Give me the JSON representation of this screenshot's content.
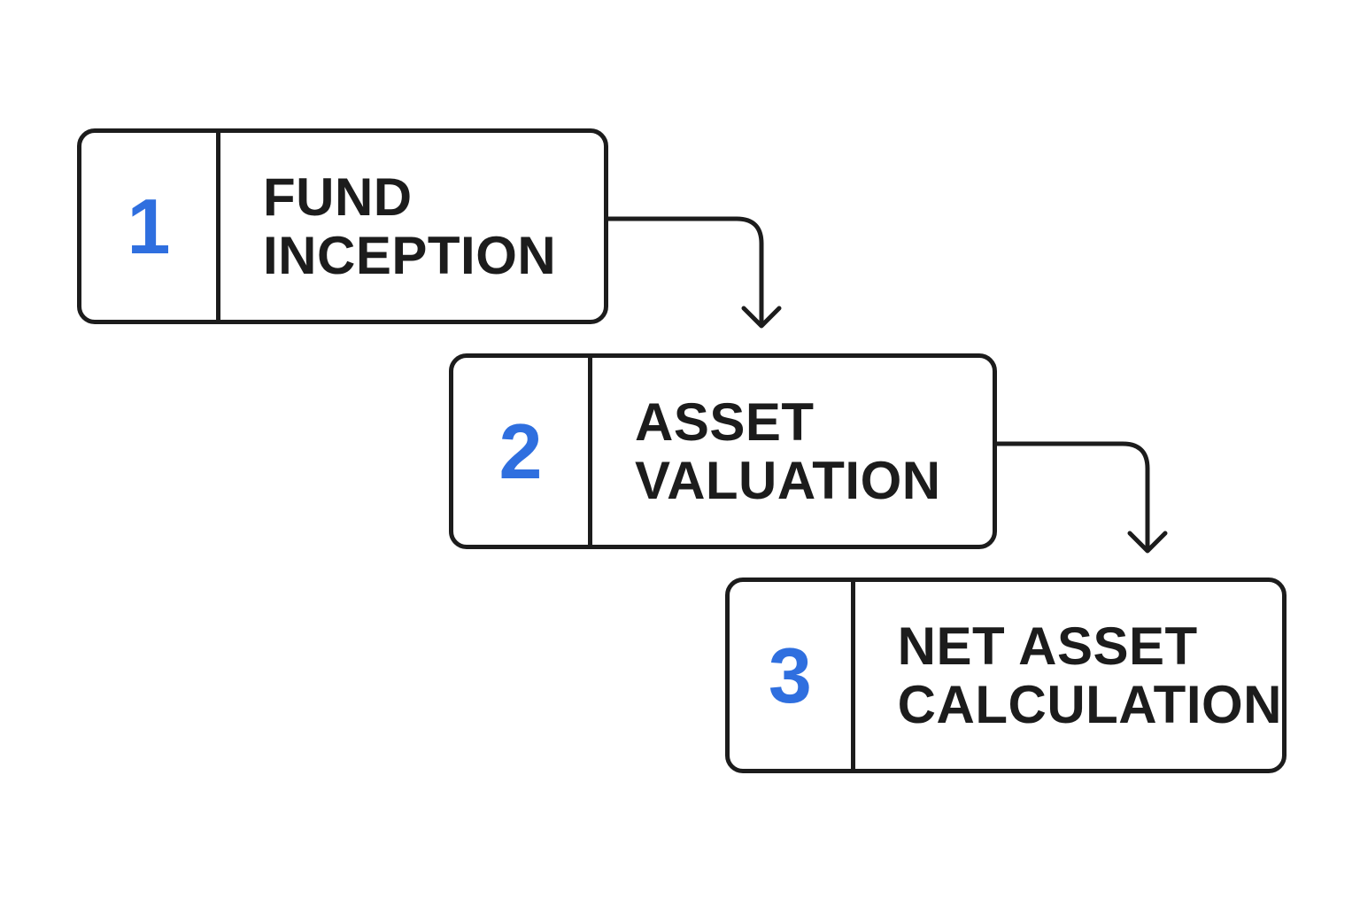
{
  "diagram": {
    "colors": {
      "number": "#2f6fdf",
      "stroke": "#1c1c1c",
      "text": "#1c1c1c",
      "background": "#ffffff"
    },
    "steps": [
      {
        "number": "1",
        "line1": "FUND",
        "line2": "INCEPTION"
      },
      {
        "number": "2",
        "line1": "ASSET",
        "line2": "VALUATION"
      },
      {
        "number": "3",
        "line1": "NET ASSET",
        "line2": "CALCULATION"
      }
    ],
    "connectors": [
      {
        "from": "1",
        "to": "2",
        "icon": "arrow-down-icon"
      },
      {
        "from": "2",
        "to": "3",
        "icon": "arrow-down-icon"
      }
    ]
  }
}
